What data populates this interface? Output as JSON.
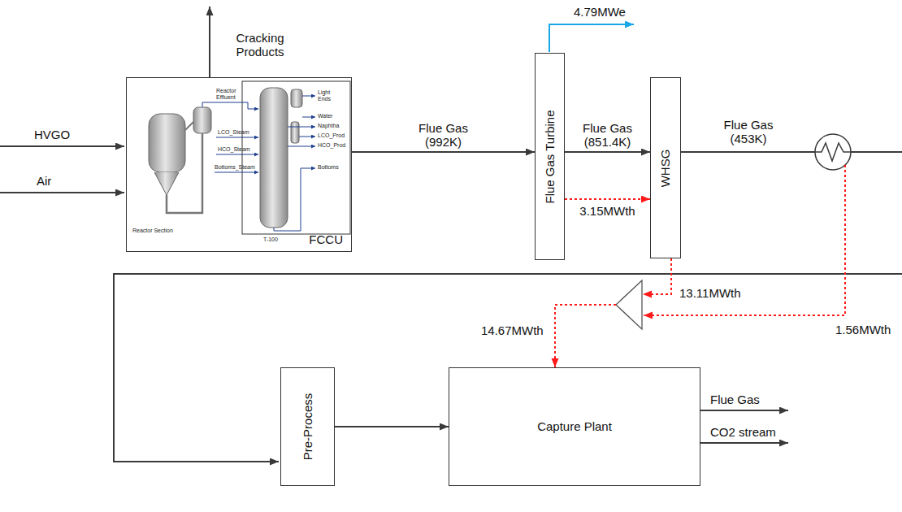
{
  "diagram": {
    "nodes": [
      {
        "text": [
          "FCCU"
        ]
      },
      {
        "text": [
          "Flue Gas Turbine"
        ]
      },
      {
        "text": [
          "WHSG"
        ]
      },
      {
        "text": [
          "Pre-Process"
        ]
      },
      {
        "text": [
          "Capture Plant"
        ]
      }
    ],
    "edges": [
      {
        "from": 0,
        "to": 1,
        "arrow": "to",
        "label": "Flue Gas (992K)"
      },
      {
        "from": 1,
        "to": 2,
        "arrow": "to",
        "label": "Flue Gas (851.4K)"
      },
      {
        "from": 1,
        "to": 2,
        "arrow": "to",
        "label": "3.15MWth"
      },
      {
        "from": 2,
        "to": 4,
        "arrow": "to"
      },
      {
        "from": 3,
        "to": 4,
        "arrow": "to"
      }
    ],
    "labels": [
      "HVGO",
      "Air",
      "Cracking Products",
      "4.79MWe",
      "Flue Gas (453K)",
      "13.11MWth",
      "1.56MWth",
      "14.67MWth",
      "Flue Gas",
      "CO2 stream",
      "Reactor Effluent",
      "LCO_Steam",
      "HCO_Steam",
      "Bottoms_Steam",
      "Light Ends",
      "Water",
      "Naphtha",
      "LCO_Prod",
      "HCO_Prod",
      "Bottoms",
      "Reactor Section",
      "T-100"
    ]
  }
}
